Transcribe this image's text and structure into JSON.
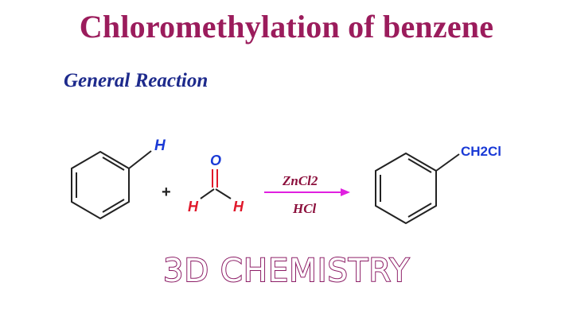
{
  "title": "Chloromethylation of benzene",
  "subtitle": "General Reaction",
  "reactant1": {
    "substituent": "H"
  },
  "plus": "+",
  "reactant2": {
    "oxygen": "O",
    "h_left": "H",
    "h_right": "H"
  },
  "conditions": {
    "above": "ZnCl2",
    "below": "HCl"
  },
  "product": {
    "substituent": "CH2Cl"
  },
  "watermark": "3D CHEMISTRY",
  "colors": {
    "title": "#9b1c5c",
    "subtitle": "#1d2a8c",
    "blue_atoms": "#1a3ad6",
    "red_atoms": "#e0182a",
    "oxygen": "#1a3ad6",
    "arrow": "#e020e0",
    "conditions_text": "#8b0f3c",
    "watermark_outline": "#8c1d66"
  }
}
